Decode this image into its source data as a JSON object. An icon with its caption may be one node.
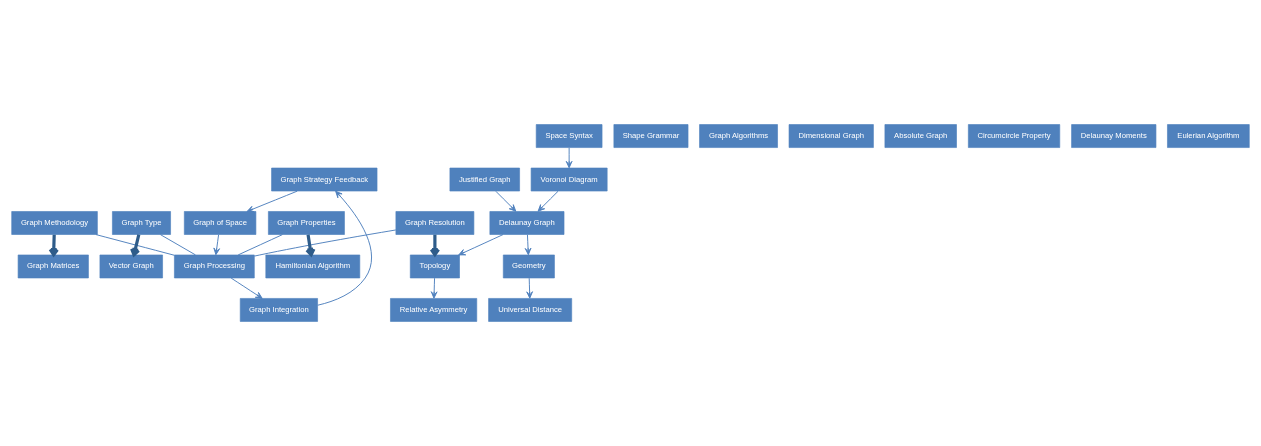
{
  "diagram": {
    "nodes": [
      {
        "text": [
          "Graph Strategy Feedback"
        ]
      },
      {
        "text": [
          "Graph of Space"
        ]
      },
      {
        "text": [
          "Graph Integration"
        ]
      },
      {
        "text": [
          "Voronoi Diagram"
        ]
      },
      {
        "text": [
          "Space Syntax"
        ]
      },
      {
        "text": [
          "Shape Grammar"
        ]
      },
      {
        "text": [
          "Graph Algorithms"
        ]
      },
      {
        "text": [
          "Graph Matrices"
        ]
      },
      {
        "text": [
          "Delaunay Graph"
        ]
      },
      {
        "text": [
          "Justified Graph"
        ]
      },
      {
        "text": [
          "Dimensional Graph"
        ]
      },
      {
        "text": [
          "Absolute Graph"
        ]
      },
      {
        "text": [
          "Vector Graph"
        ]
      },
      {
        "text": [
          "Geometry"
        ]
      },
      {
        "text": [
          "Topology"
        ]
      },
      {
        "text": [
          "Universal Distance"
        ]
      },
      {
        "text": [
          "Circumcircle Property"
        ]
      },
      {
        "text": [
          "Delaunay Moments"
        ]
      },
      {
        "text": [
          "Relative Asymmetry"
        ]
      },
      {
        "text": [
          "Eulerian Algorithm"
        ]
      },
      {
        "text": [
          "Hamiltonian Algorithm"
        ]
      },
      {
        "text": [
          "Graph Methodology"
        ]
      },
      {
        "text": [
          "Graph Type"
        ]
      },
      {
        "text": [
          "Graph Resolution"
        ]
      },
      {
        "text": [
          "Graph Properties"
        ]
      },
      {
        "text": [
          "Graph Processing"
        ]
      }
    ],
    "edges": [
      {
        "from": 4,
        "to": 3,
        "arrow": "to"
      },
      {
        "from": 9,
        "to": 8,
        "arrow": "to"
      },
      {
        "from": 3,
        "to": 8,
        "arrow": "to"
      },
      {
        "from": 8,
        "to": 13,
        "arrow": "to"
      },
      {
        "from": 8,
        "to": 14,
        "arrow": "to"
      },
      {
        "from": 13,
        "to": 15,
        "arrow": "to"
      },
      {
        "from": 14,
        "to": 18,
        "arrow": "to"
      },
      {
        "from": 21,
        "to": 7,
        "arrow": "to",
        "style": "thick",
        "color": "#2e5c8a"
      },
      {
        "from": 22,
        "to": 12,
        "arrow": "to",
        "style": "thick",
        "color": "#2e5c8a"
      },
      {
        "from": 23,
        "to": 14,
        "arrow": "to",
        "style": "thick",
        "color": "#2e5c8a"
      },
      {
        "from": 24,
        "to": 20,
        "arrow": "to",
        "style": "thick",
        "color": "#2e5c8a"
      },
      {
        "from": 21,
        "to": 25,
        "arrow": "none"
      },
      {
        "from": 22,
        "to": 25,
        "arrow": "none"
      },
      {
        "from": 23,
        "to": 25,
        "arrow": "none"
      },
      {
        "from": 24,
        "to": 25,
        "arrow": "none"
      },
      {
        "from": 1,
        "to": 25,
        "arrow": "to"
      },
      {
        "from": 25,
        "to": 2,
        "arrow": "to"
      },
      {
        "from": 2,
        "to": 0,
        "arrow": "to"
      },
      {
        "from": 0,
        "to": 1,
        "arrow": "to"
      }
    ]
  }
}
